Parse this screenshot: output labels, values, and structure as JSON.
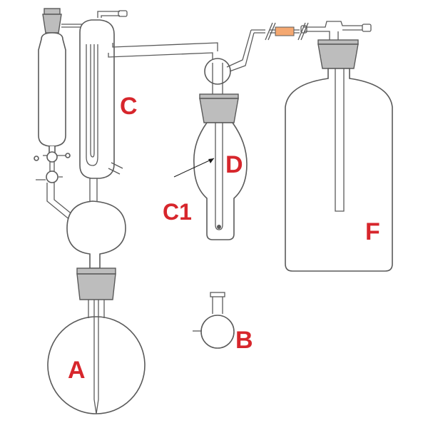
{
  "colors": {
    "label": "#d7262c",
    "glass_stroke": "#5a5a5a",
    "stopper_fill": "#bdbdbd",
    "tube_connector": "#f4a871"
  },
  "labels": {
    "a": "A",
    "b": "B",
    "c": "C",
    "c1": "C1",
    "d": "D",
    "f": "F"
  }
}
